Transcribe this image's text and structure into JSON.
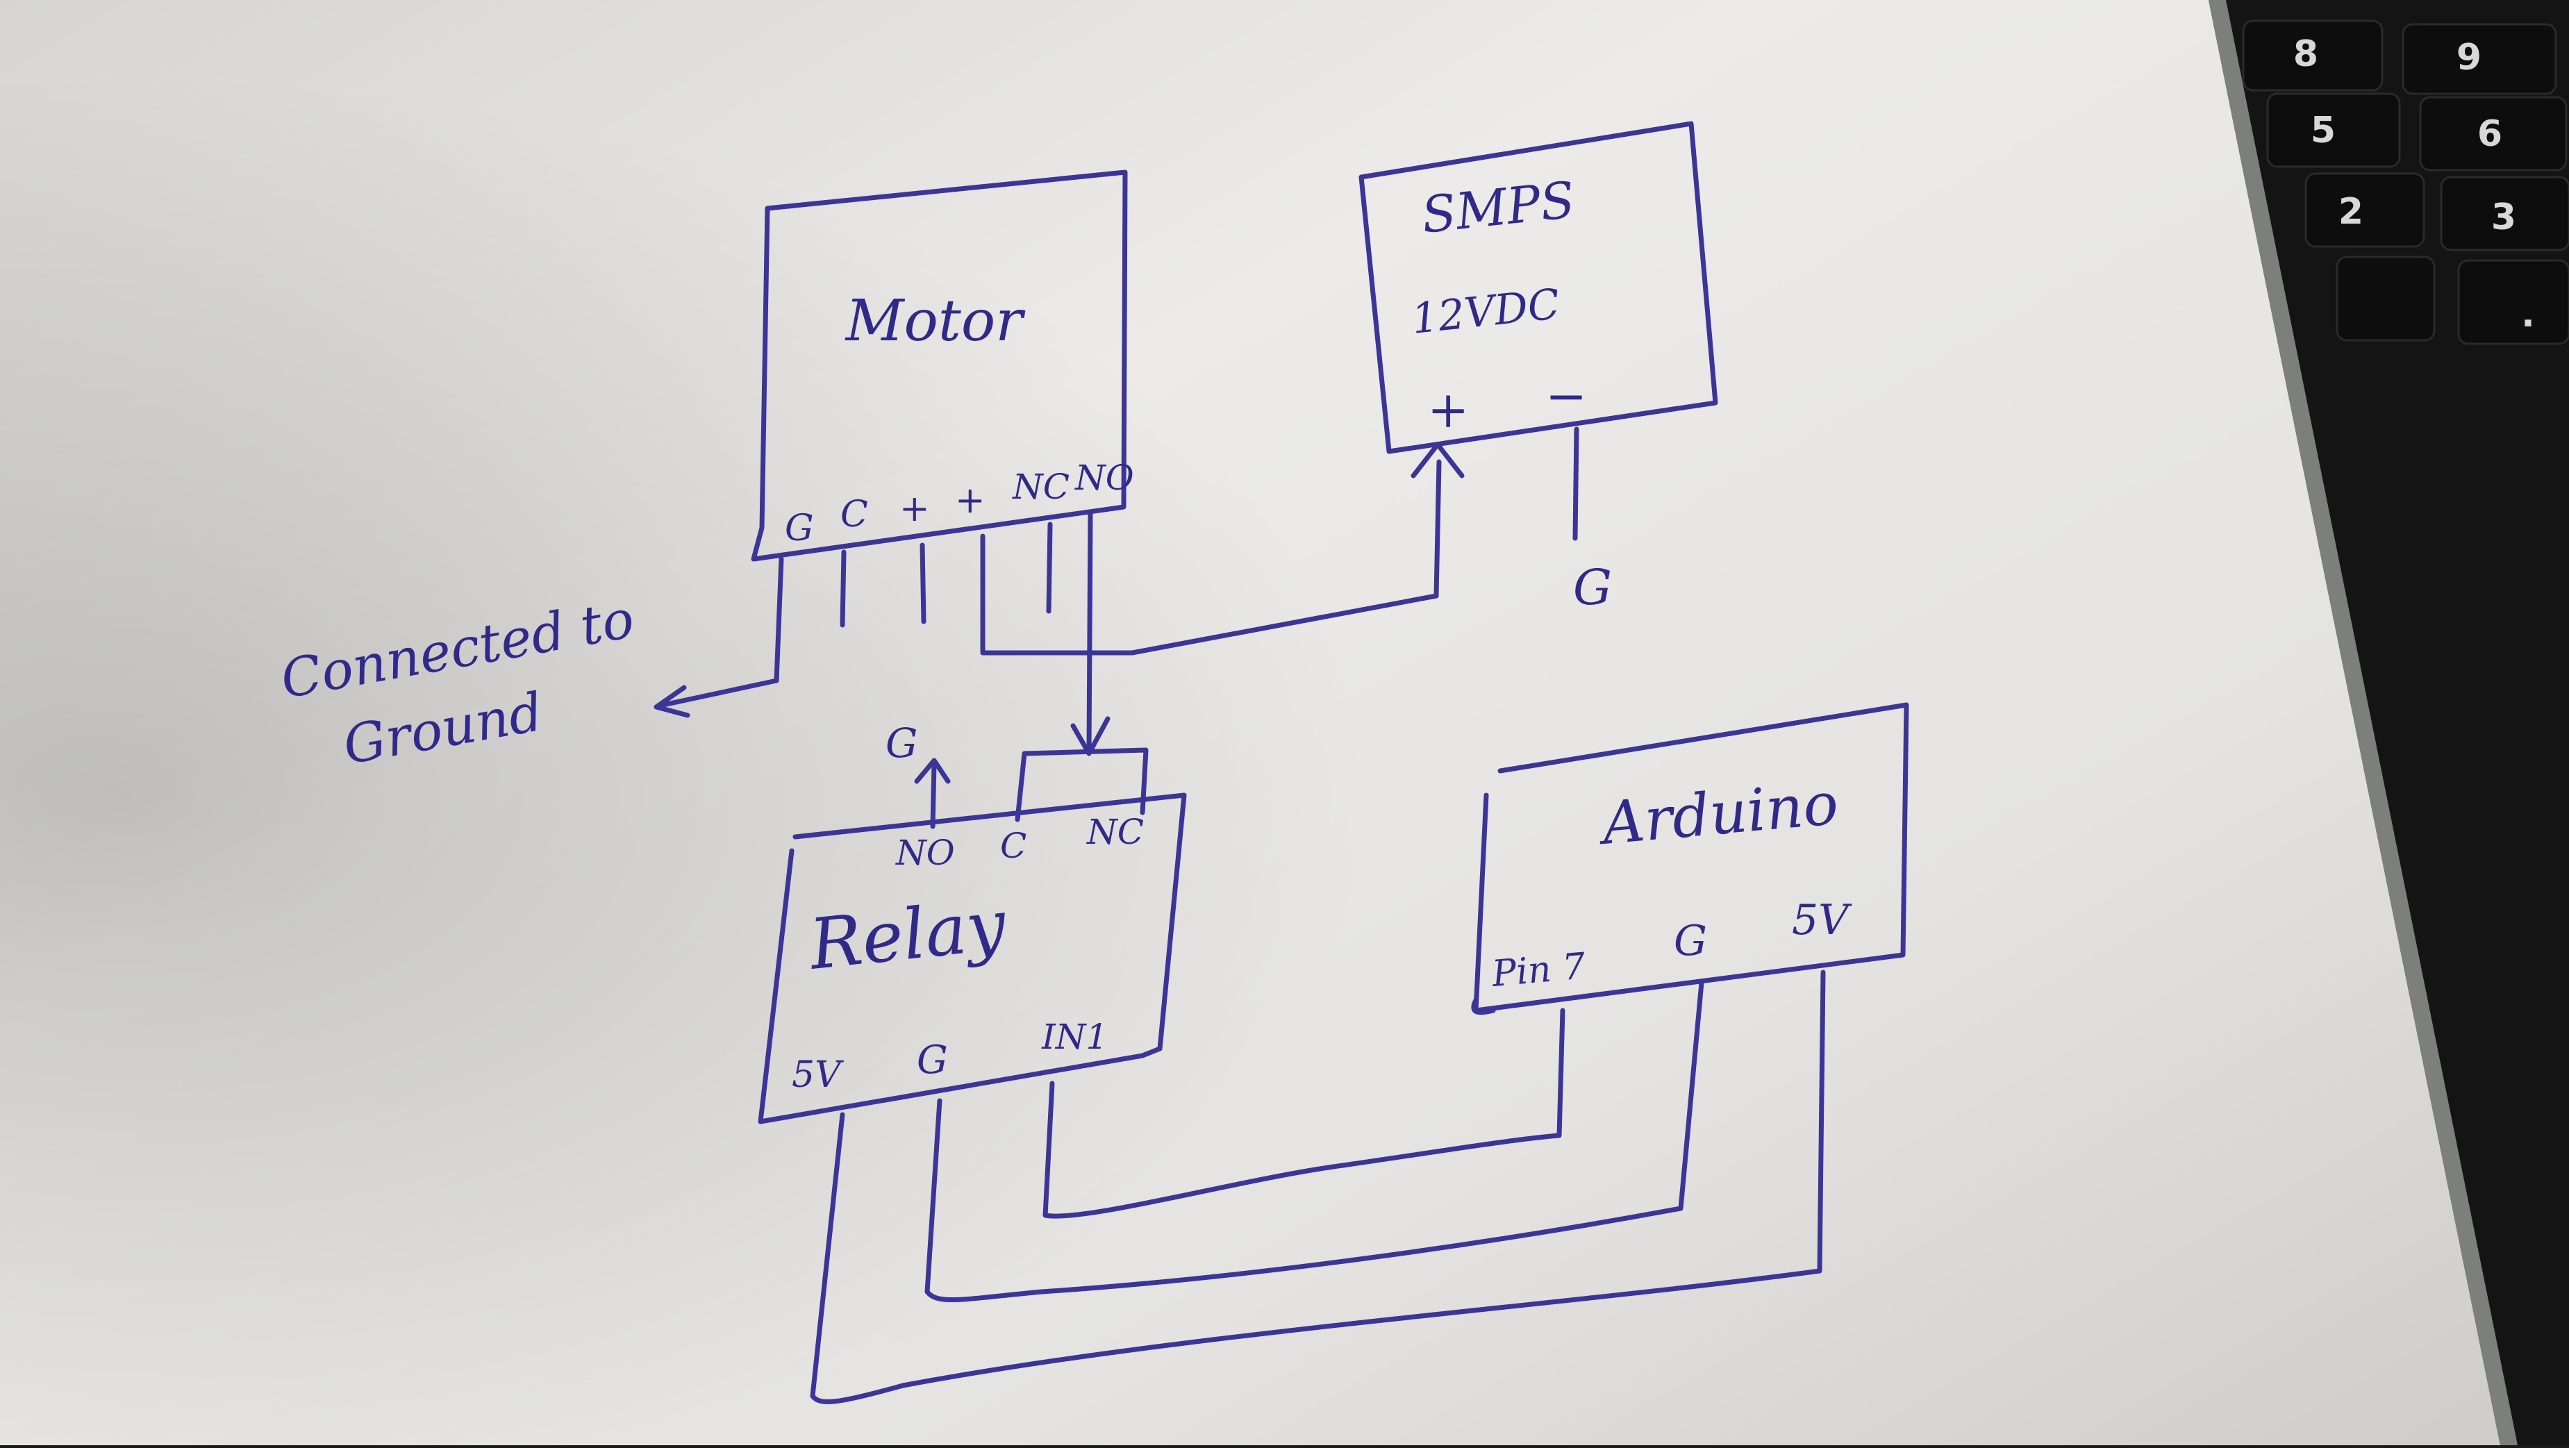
{
  "diagram": {
    "type": "hand-drawn wiring diagram",
    "ink_color": "#3a3596",
    "paper_color": "#e9e8e6",
    "components": {
      "motor": {
        "title": "Motor",
        "pins": [
          "G",
          "C",
          "+",
          "+",
          "NC",
          "NO"
        ]
      },
      "smps": {
        "title": "SMPS",
        "subtitle": "12VDC",
        "pins": [
          "+",
          "−"
        ],
        "ground_label": "G"
      },
      "relay": {
        "title": "Relay",
        "top_pins": [
          "NO",
          "C",
          "NC"
        ],
        "bottom_pins": [
          "5V",
          "G",
          "IN1"
        ],
        "no_ground_label": "G"
      },
      "arduino": {
        "title": "Arduino",
        "pins": [
          "Pin 7",
          "G",
          "5V"
        ]
      }
    },
    "annotations": {
      "ground_note_line1": "Connected to",
      "ground_note_line2": "Ground"
    },
    "connections": [
      {
        "from": "Motor G",
        "to": "Ground"
      },
      {
        "from": "Motor + (2nd)",
        "to": "SMPS +"
      },
      {
        "from": "Motor NO",
        "to": "Relay C/NC"
      },
      {
        "from": "Relay NO",
        "to": "Ground"
      },
      {
        "from": "SMPS −",
        "to": "Ground"
      },
      {
        "from": "Relay IN1",
        "to": "Arduino Pin 7"
      },
      {
        "from": "Relay G",
        "to": "Arduino G"
      },
      {
        "from": "Relay 5V",
        "to": "Arduino 5V"
      }
    ]
  },
  "keyboard": {
    "keys": [
      "8",
      "9",
      "5",
      "6",
      "2",
      "3",
      "",
      "."
    ]
  }
}
